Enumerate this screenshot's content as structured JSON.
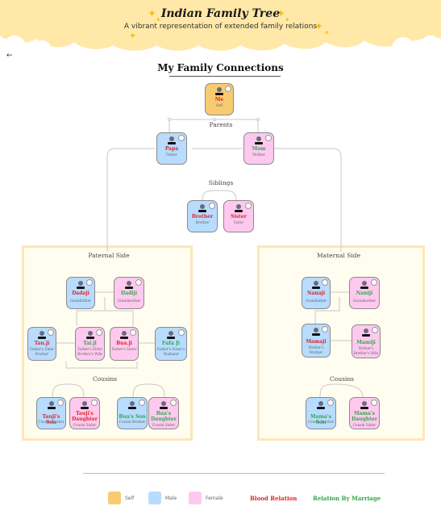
{
  "header": {
    "title": "Indian Family Tree",
    "subtitle": "A vibrant representation of extended family relations",
    "back_label": "←"
  },
  "main_title": "My Family Connections",
  "groups": {
    "parents": "Parents",
    "siblings": "Siblings",
    "paternal": "Paternal Side",
    "maternal": "Maternal Side",
    "cousins_paternal": "Cousins",
    "cousins_maternal": "Cousins"
  },
  "people": {
    "me": {
      "name": "Me",
      "relation": "Self"
    },
    "papa": {
      "name": "Papa",
      "relation": "Father"
    },
    "mom": {
      "name": "Mom",
      "relation": "Mother"
    },
    "brother": {
      "name": "Brother",
      "relation": "Brother"
    },
    "sister": {
      "name": "Sister",
      "relation": "Sister"
    },
    "dadaji": {
      "name": "Dadaji",
      "relation": "Grandfather"
    },
    "dadiji": {
      "name": "Dadiji",
      "relation": "Grandmother"
    },
    "tauji": {
      "name": "Tau.ji",
      "relation": "Father's Elder Brother"
    },
    "taiji": {
      "name": "Tai.ji",
      "relation": "Father's Elder Brother's Wife"
    },
    "buaji": {
      "name": "Bua.ji",
      "relation": "Father's Sister"
    },
    "fufaji": {
      "name": "Fufa Ji",
      "relation": "Father's Sister's Husband"
    },
    "taujis_son": {
      "name": "Tauji's Son",
      "relation": "Cousin Brother"
    },
    "taujis_daughter": {
      "name": "Tauji's Daughter",
      "relation": "Cousin Sister"
    },
    "buas_son": {
      "name": "Bua's Son",
      "relation": "Cousin Brother"
    },
    "buas_daughter": {
      "name": "Bua's Daughter",
      "relation": "Cousin Sister"
    },
    "nanaji": {
      "name": "Nanaji",
      "relation": "Grandfather"
    },
    "naniji": {
      "name": "Naniji",
      "relation": "Grandmother"
    },
    "mamaji": {
      "name": "Mamaji",
      "relation": "Mother's Brother"
    },
    "mamiji": {
      "name": "Mamiji",
      "relation": "Mother's Brother's Wife"
    },
    "mamas_son": {
      "name": "Mama's Son",
      "relation": "Cousin Brother"
    },
    "mamas_daughter": {
      "name": "Mama's Daughter",
      "relation": "Cousin Sister"
    }
  },
  "legend": {
    "self": "Self",
    "male": "Male",
    "female": "Female",
    "blood": "Blood Relation",
    "marriage": "Relation By Marriage"
  },
  "colors": {
    "self": "#f8cb73",
    "male": "#b7dcff",
    "female": "#ffc9ef",
    "blood": "#e02424",
    "marriage": "#2fa84a",
    "header_yellow": "#ffe8a8"
  }
}
